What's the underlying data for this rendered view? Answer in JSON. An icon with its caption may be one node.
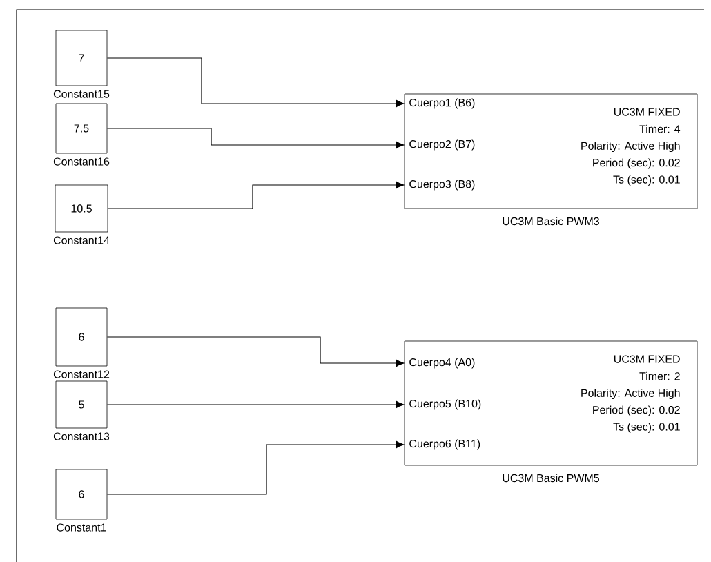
{
  "diagram": {
    "nodes": [
      {
        "text": [
          "7"
        ],
        "beside": [
          "Constant15"
        ]
      },
      {
        "text": [
          "7.5"
        ],
        "beside": [
          "Constant16"
        ]
      },
      {
        "text": [
          "10.5"
        ],
        "beside": [
          "Constant14"
        ]
      },
      {
        "text": [
          "UC3M FIXED",
          "Timer: 4",
          "Polarity: Active High",
          "Period (sec): 0.02",
          "Ts (sec): 0.01"
        ],
        "beside": [
          "UC3M Basic PWM3"
        ]
      },
      {
        "text": [
          "Cuerpo1 (B6)"
        ],
        "in": 3
      },
      {
        "text": [
          "Cuerpo2 (B7)"
        ],
        "in": 3
      },
      {
        "text": [
          "Cuerpo3 (B8)"
        ],
        "in": 3
      },
      {
        "text": [
          "6"
        ],
        "beside": [
          "Constant12"
        ]
      },
      {
        "text": [
          "5"
        ],
        "beside": [
          "Constant13"
        ]
      },
      {
        "text": [
          "6"
        ],
        "beside": [
          "Constant1"
        ]
      },
      {
        "text": [
          "UC3M FIXED",
          "Timer: 2",
          "Polarity: Active High",
          "Period (sec): 0.02",
          "Ts (sec): 0.01"
        ],
        "beside": [
          "UC3M Basic PWM5"
        ]
      },
      {
        "text": [
          "Cuerpo4 (A0)"
        ],
        "in": 10
      },
      {
        "text": [
          "Cuerpo5 (B10)"
        ],
        "in": 10
      },
      {
        "text": [
          "Cuerpo6 (B11)"
        ],
        "in": 10
      }
    ],
    "edges": [
      {
        "from": 0,
        "to": 4,
        "arrow": "to"
      },
      {
        "from": 1,
        "to": 5,
        "arrow": "to"
      },
      {
        "from": 2,
        "to": 6,
        "arrow": "to"
      },
      {
        "from": 7,
        "to": 11,
        "arrow": "to"
      },
      {
        "from": 8,
        "to": 12,
        "arrow": "to"
      },
      {
        "from": 9,
        "to": 13,
        "arrow": "to"
      }
    ]
  }
}
